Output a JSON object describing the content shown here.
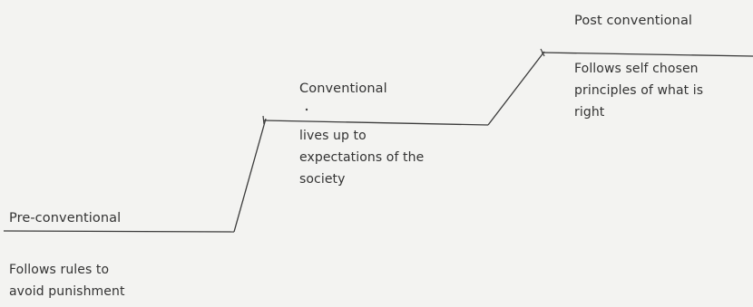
{
  "diagram": {
    "stages": [
      {
        "id": "pre-conventional",
        "title": "Pre-conventional",
        "description_lines": [
          "Follows rules to",
          "avoid punishment"
        ]
      },
      {
        "id": "conventional",
        "title": "Conventional",
        "description_lines": [
          "lives up to",
          "expectations of the",
          "society"
        ]
      },
      {
        "id": "post-conventional",
        "title": "Post conventional",
        "description_lines": [
          "Follows self chosen",
          "principles of what is",
          "right"
        ]
      }
    ],
    "colors": {
      "line": "#3a3a3a",
      "text": "#333333",
      "background": "#f3f3f1"
    }
  }
}
